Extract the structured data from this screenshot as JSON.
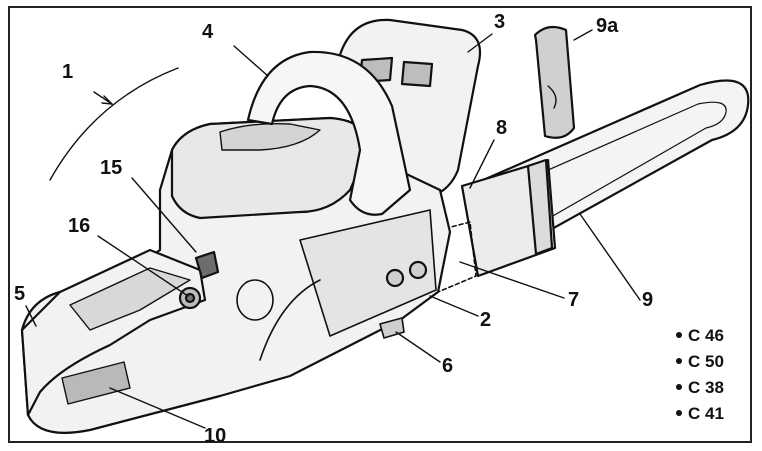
{
  "callouts": {
    "c1": "1",
    "c2": "2",
    "c3": "3",
    "c4": "4",
    "c5": "5",
    "c6": "6",
    "c7": "7",
    "c8": "8",
    "c9": "9",
    "c9a": "9a",
    "c10": "10",
    "c15": "15",
    "c16": "16"
  },
  "models": [
    "C 46",
    "C 50",
    "C 38",
    "C 41"
  ],
  "colors": {
    "ink": "#111111",
    "body_fill": "#f2f2f2",
    "shade": "#d8d8d8",
    "label_plate": "#b9b9b9"
  }
}
